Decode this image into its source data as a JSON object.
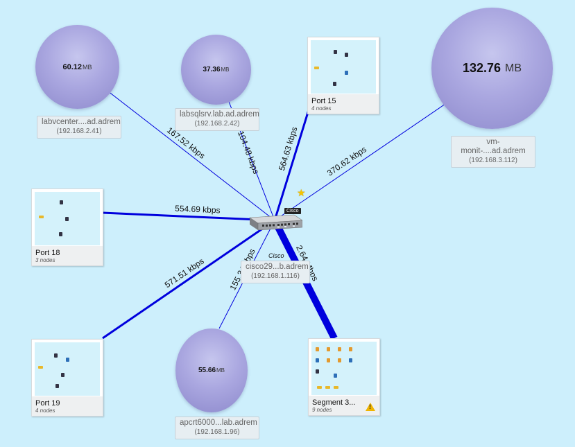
{
  "links": [
    {
      "id": "labvcenter",
      "label": "167.52 kbps",
      "weight": 1
    },
    {
      "id": "labsqlsrv",
      "label": "104.48 kbps",
      "weight": 1
    },
    {
      "id": "port15",
      "label": "564.63 kbps",
      "weight": 3
    },
    {
      "id": "vmmonit",
      "label": "370.62 kbps",
      "weight": 1
    },
    {
      "id": "port18",
      "label": "554.69 kbps",
      "weight": 3
    },
    {
      "id": "port19",
      "label": "571.51 kbps",
      "weight": 3
    },
    {
      "id": "apcrt",
      "label": "155.34 kbps",
      "weight": 1
    },
    {
      "id": "segment3",
      "label": "2.64 Mbps",
      "weight": 10
    }
  ],
  "spheres": {
    "labvcenter": {
      "value": "60.12",
      "unit": "MB",
      "name": "labvcenter....ad.adrem",
      "ip": "(192.168.2.41)"
    },
    "labsqlsrv": {
      "value": "37.36",
      "unit": "MB",
      "name": "labsqlsrv.lab.ad.adrem",
      "ip": "(192.168.2.42)"
    },
    "vmmonit": {
      "value": "132.76",
      "unit": "MB",
      "name": "vm-monit-....ad.adrem",
      "ip": "(192.168.3.112)"
    },
    "apcrt": {
      "value": "55.66",
      "unit": "MB",
      "name": "apcrt6000...lab.adrem",
      "ip": "(192.168.1.96)"
    }
  },
  "cards": {
    "port15": {
      "title": "Port 15",
      "sub": "4 nodes"
    },
    "port18": {
      "title": "Port 18",
      "sub": "3 nodes"
    },
    "port19": {
      "title": "Port 19",
      "sub": "4 nodes"
    },
    "segment3": {
      "title": "Segment 3...",
      "sub": "9 nodes",
      "warning": "!"
    }
  },
  "center": {
    "vendor_tag": "Cisco",
    "vendor_name": "Cisco",
    "name": "cisco29...b.adrem",
    "ip": "(192.168.1.116)"
  },
  "colors": {
    "link": "#0000dd",
    "background": "#cdeffc",
    "sphere": "#a9a6df"
  }
}
